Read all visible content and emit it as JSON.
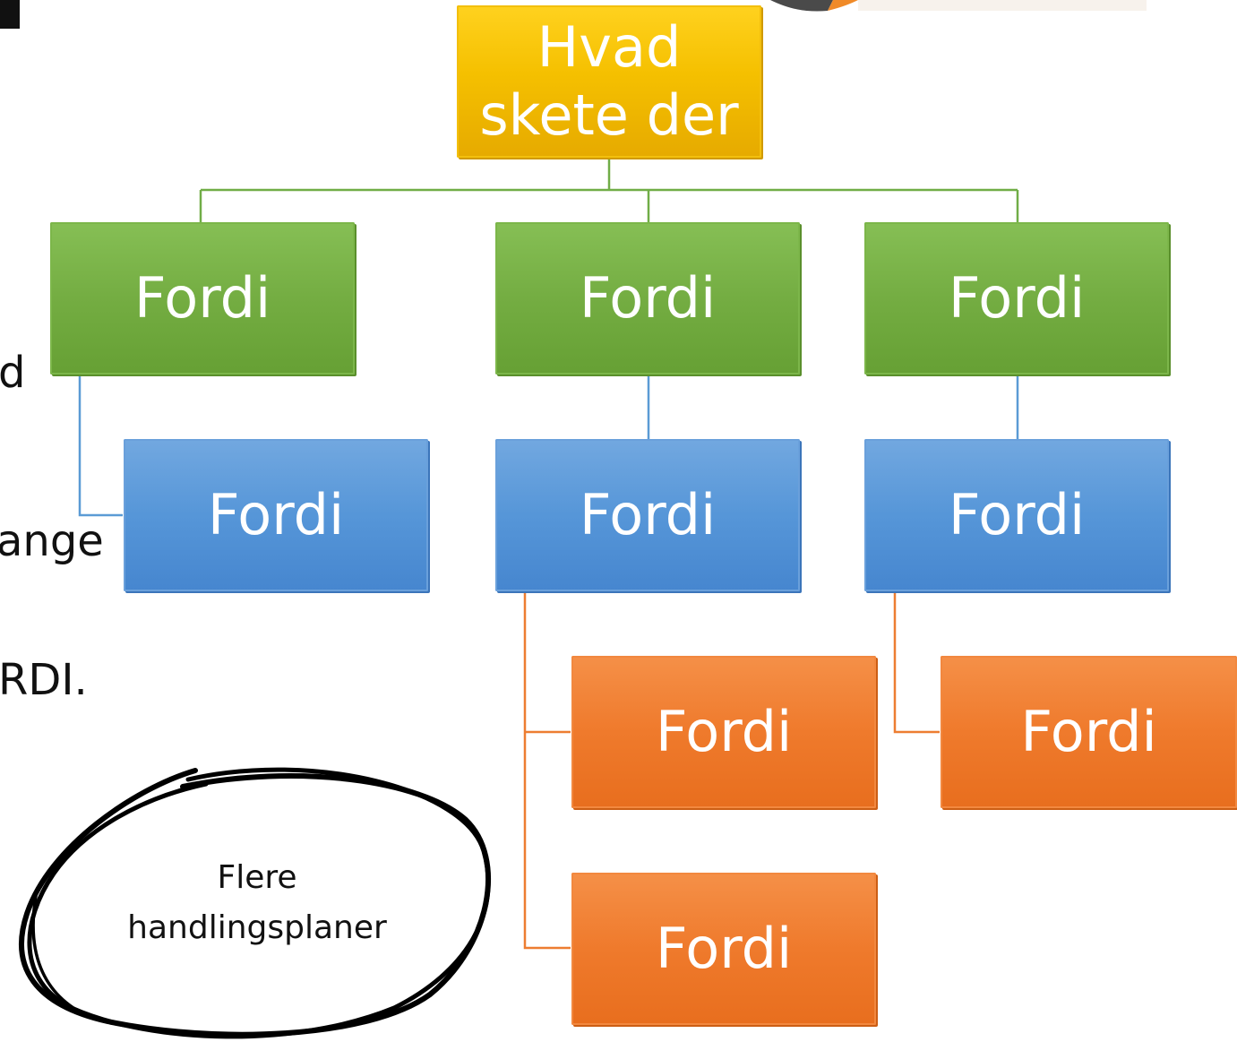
{
  "diagram": {
    "root": {
      "label": "Hvad skete der",
      "color": "#f5c000"
    },
    "level1": [
      {
        "label": "Fordi",
        "color": "#70ad47"
      },
      {
        "label": "Fordi",
        "color": "#70ad47"
      },
      {
        "label": "Fordi",
        "color": "#70ad47"
      }
    ],
    "level2": [
      {
        "label": "Fordi",
        "color": "#5b9bd5"
      },
      {
        "label": "Fordi",
        "color": "#5b9bd5"
      },
      {
        "label": "Fordi",
        "color": "#5b9bd5"
      }
    ],
    "level3": [
      {
        "label": "Fordi",
        "color": "#ed7d31"
      },
      {
        "label": "Fordi",
        "color": "#ed7d31"
      },
      {
        "label": "Fordi",
        "color": "#ed7d31"
      }
    ],
    "connector_colors": {
      "green": "#70ad47",
      "blue": "#5b9bd5",
      "orange": "#ed7d31"
    }
  },
  "left_text_fragments": [
    "d",
    "ange",
    "RDI."
  ],
  "handwritten_note": {
    "line1": "Flere",
    "line2": "handlingsplaner"
  }
}
